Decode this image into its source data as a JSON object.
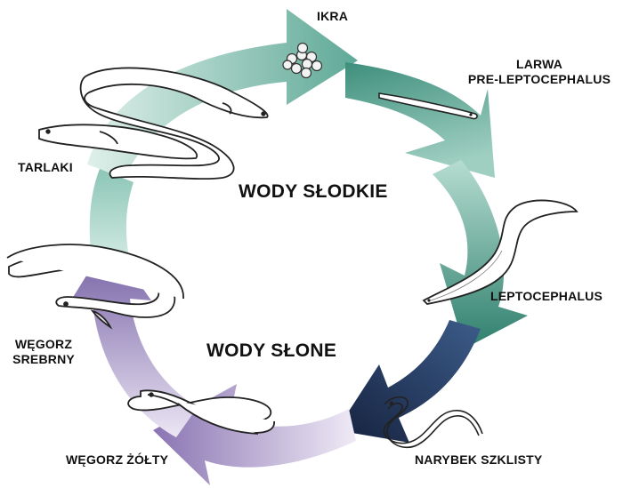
{
  "diagram": {
    "stages": {
      "ikra": "IKRA",
      "larwa_line1": "LARWA",
      "larwa_line2": "PRE-LEPTOCEPHALUS",
      "leptocephalus": "LEPTOCEPHALUS",
      "narybek": "NARYBEK SZKLISTY",
      "zolty": "WĘGORZ ŻÓŁTY",
      "srebrny_line1": "WĘGORZ",
      "srebrny_line2": "SREBRNY",
      "tarlaki": "TARLAKI"
    },
    "zones": {
      "fresh": "WODY SŁODKIE",
      "salt": "WODY SŁONE"
    },
    "colors": {
      "teal_dark": "#4e9e8c",
      "teal_light": "#c5e4da",
      "purple_dark": "#7e68a8",
      "purple_light": "#e6e0f0",
      "navy": "#1c2b4a"
    }
  }
}
